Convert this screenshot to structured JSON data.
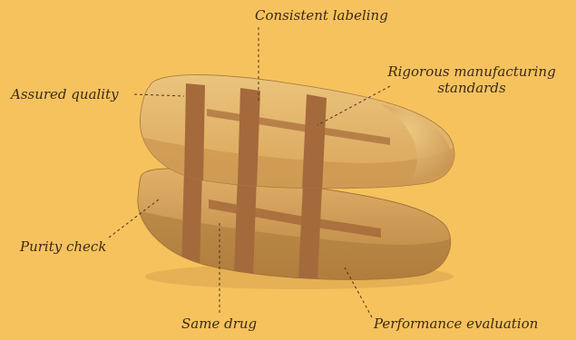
{
  "diagram": {
    "subject": "pill-illustration",
    "labels": {
      "consistent_labeling": "Consistent labeling",
      "rigorous_standards": "Rigorous manufacturing standards",
      "assured_quality": "Assured quality",
      "purity_check": "Purity check",
      "same_drug": "Same drug",
      "performance_evaluation": "Performance evaluation"
    },
    "colors": {
      "background": "#F6C25E",
      "pill_body": "#E2B162",
      "pill_shadow": "#B98A45",
      "bands": "#A56A3B",
      "text": "#3b2a16"
    }
  }
}
